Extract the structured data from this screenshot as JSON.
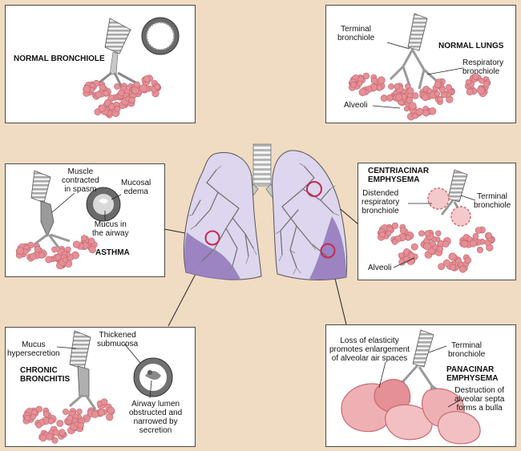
{
  "normal_bronchiole": {
    "title": "NORMAL BRONCHIOLE"
  },
  "normal_lungs": {
    "title": "NORMAL LUNGS",
    "terminal_bronchiole": "Terminal\nbronchiole",
    "respiratory_bronchiole": "Respiratory\nbronchiole",
    "alveoli": "Alveoli"
  },
  "asthma": {
    "title": "ASTHMA",
    "muscle": "Muscle\ncontracted\nin spasm",
    "mucosal_edema": "Mucosal\nedema",
    "mucus": "Mucus in\nthe airway"
  },
  "centriacinar": {
    "title": "CENTRIACINAR\nEMPHYSEMA",
    "distended": "Distended\nrespiratory\nbronchiole",
    "terminal_bronchiole": "Terminal\nbronchiole",
    "alveoli": "Alveoli"
  },
  "chronic_bronchitis": {
    "title": "CHRONIC\nBRONCHITIS",
    "mucus_hypersecretion": "Mucus\nhypersecretion",
    "thickened_submucosa": "Thickened\nsubmucosa",
    "airway_lumen": "Airway lumen\nobstructed and\nnarrowed by\nsecretion"
  },
  "panacinar": {
    "title": "PANACINAR\nEMPHYSEMA",
    "loss_elasticity": "Loss of elasticity\npromotes enlargement\nof alveolar air spaces",
    "terminal_bronchiole": "Terminal\nbronchiole",
    "destruction": "Destruction of\nalveolar septa\nforms a bulla"
  },
  "colors": {
    "background": "#f0dcc2",
    "alveoli": "#e58f96",
    "lung": "#ddd6ee",
    "lung_lesion": "#8f75b8",
    "bronchus": "#b7b7b7",
    "focus_ring": "#c22a55"
  }
}
